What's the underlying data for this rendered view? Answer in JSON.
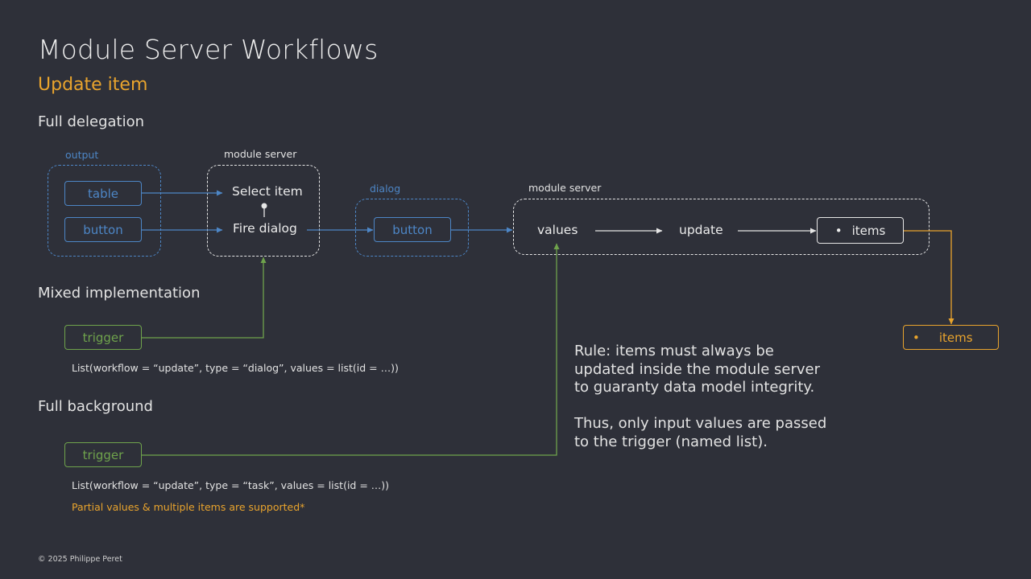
{
  "header": {
    "title": "Module Server Workflows",
    "subtitle": "Update item"
  },
  "sections": {
    "full_delegation": "Full delegation",
    "mixed_implementation": "Mixed implementation",
    "full_background": "Full background"
  },
  "groups": {
    "output_label": "output",
    "module_server_label_1": "module server",
    "dialog_label": "dialog",
    "module_server_label_2": "module server"
  },
  "nodes": {
    "table": "table",
    "output_button": "button",
    "select_item": "Select item",
    "fire_dialog": "Fire dialog",
    "dialog_button": "button",
    "values": "values",
    "update": "update",
    "items_bullet": "•",
    "items": "items",
    "result_bullet": "•",
    "result_items": "items",
    "trigger_mixed": "trigger",
    "trigger_background": "trigger"
  },
  "code": {
    "mixed": "List(workflow = “update”, type = “dialog”, values = list(id = …))",
    "background": "List(workflow = “update”, type = “task”, values = list(id = …))",
    "note": "Partial values & multiple items are supported*"
  },
  "rule": {
    "line1": "Rule: items must always be",
    "line2": "updated inside the module server",
    "line3": "to guaranty data model integrity.",
    "line4": "",
    "line5": "Thus, only input values are passed",
    "line6": "to the trigger (named list)."
  },
  "footer": {
    "copyright": "© 2025 Philippe Peret"
  },
  "colors": {
    "background": "#2e3039",
    "accent_orange": "#e9a42d",
    "output_blue": "#4d86c6",
    "trigger_green": "#6fa34c",
    "module_white": "#e6e6e6"
  }
}
